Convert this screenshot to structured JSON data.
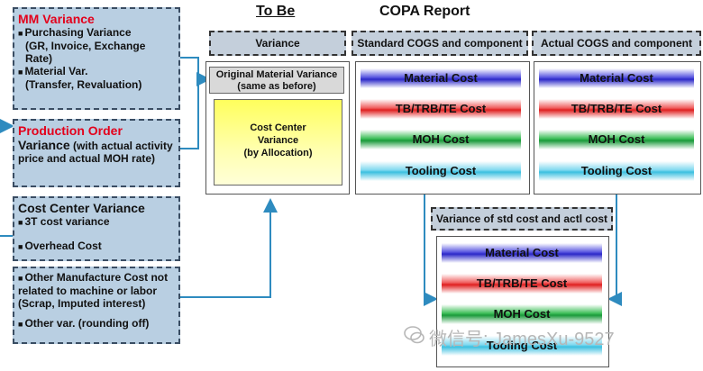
{
  "header": {
    "to_be": "To Be",
    "copa_report": "COPA Report"
  },
  "sources": {
    "mm_variance": {
      "title": "MM Variance",
      "items": [
        "Purchasing Variance",
        "(GR, Invoice, Exchange Rate)",
        "Material Var.",
        "(Transfer, Revaluation)"
      ]
    },
    "production_order": {
      "title": "Production Order",
      "subtitle": "Variance",
      "detail": "(with actual activity price and actual MOH rate)"
    },
    "cost_center_variance": {
      "title": "Cost Center Variance",
      "items": [
        "3T cost variance",
        "Overhead Cost"
      ]
    },
    "other": {
      "items": [
        "Other Manufacture Cost not related to machine or labor",
        "(Scrap, Imputed interest)",
        "Other var. (rounding  off)"
      ]
    }
  },
  "variance_column": {
    "header": "Variance",
    "original_material_variance": "Original  Material Variance",
    "same_as_before": "(same as before)",
    "cost_center_variance": [
      "Cost Center",
      "Variance",
      "(by Allocation)"
    ]
  },
  "standard_cogs": {
    "header": "Standard COGS  and  component",
    "bars": [
      "Material Cost",
      "TB/TRB/TE  Cost",
      "MOH Cost",
      "Tooling Cost"
    ]
  },
  "actual_cogs": {
    "header": "Actual COGS  and component",
    "bars": [
      "Material Cost",
      "TB/TRB/TE  Cost",
      "MOH Cost",
      "Tooling Cost"
    ]
  },
  "variance_std_actl": {
    "header": "Variance of std cost and actl cost",
    "bars": [
      "Material Cost",
      "TB/TRB/TE  Cost",
      "MOH Cost",
      "Tooling Cost"
    ]
  },
  "watermark": "微信号: JamesXu-9527",
  "colors": {
    "source_fill": "#b9cfe2",
    "header_fill": "#c4cfdb",
    "arrow": "#2e8bbf",
    "title_red": "#e3001b"
  }
}
